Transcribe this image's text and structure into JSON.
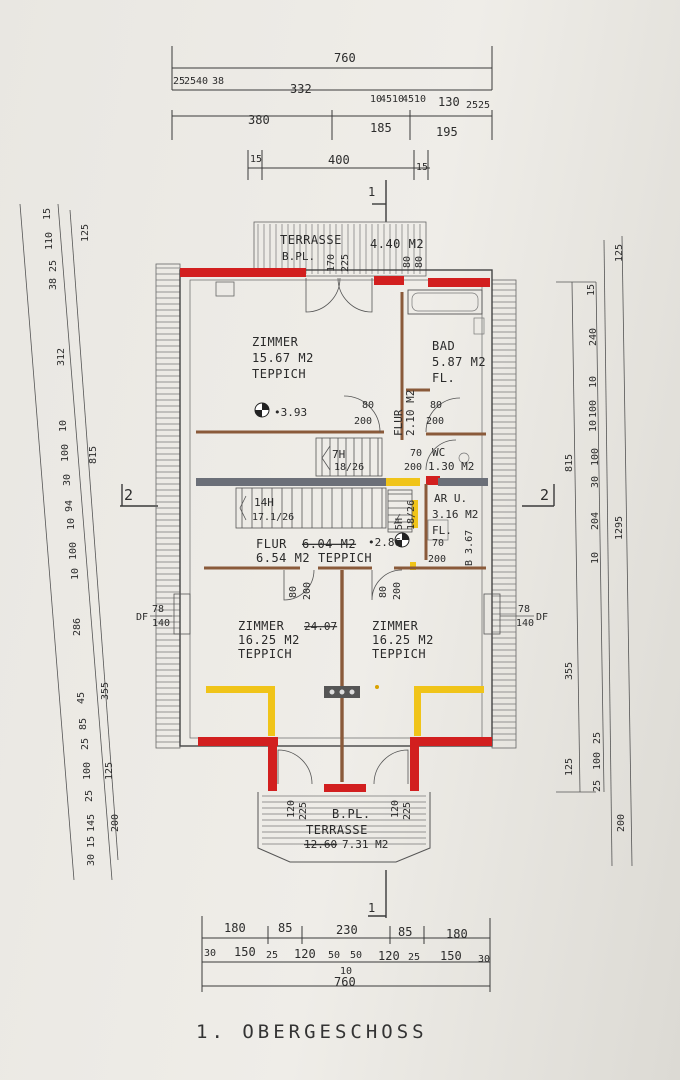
{
  "title": "1. OBERGESCHOSS",
  "top_dims": {
    "overall": "760",
    "row1": [
      "25",
      "25",
      "40",
      "38",
      "332",
      "10",
      "45",
      "10",
      "45",
      "10",
      "130",
      "25",
      "25"
    ],
    "row2": [
      "380",
      "185",
      "195"
    ],
    "row3": [
      "15",
      "400",
      "15"
    ]
  },
  "bottom_dims": {
    "row1": [
      "180",
      "85",
      "230",
      "85",
      "180"
    ],
    "row2": [
      "30",
      "150",
      "25",
      "120",
      "50",
      "50",
      "120",
      "25",
      "150",
      "30"
    ],
    "row2_center": "10",
    "overall": "760"
  },
  "left_dims": {
    "outer": [
      "15",
      "110",
      "38",
      "25",
      "312",
      "10",
      "100",
      "30",
      "94",
      "10",
      "100",
      "10",
      "286",
      "45",
      "85",
      "25",
      "100",
      "25",
      "145",
      "15",
      "30"
    ],
    "inner": [
      "125",
      "815",
      "355",
      "125",
      "200"
    ]
  },
  "right_dims": {
    "inner": [
      "15",
      "240",
      "10",
      "100",
      "10",
      "100",
      "30",
      "204",
      "10",
      "355",
      "25",
      "100",
      "125",
      "25"
    ],
    "mid": [
      "125",
      "815",
      "1295",
      "200"
    ]
  },
  "section_marks": {
    "top": "1",
    "bottom": "1",
    "left": "2",
    "right": "2"
  },
  "rooms": {
    "terrace_top": {
      "name": "TERRASSE",
      "area": "4.40 M2",
      "bpl": "B.PL.",
      "door_dims": [
        "170",
        "225"
      ],
      "door_dims_r": [
        "80",
        "80"
      ]
    },
    "zimmer_nw": {
      "name": "ZIMMER",
      "area": "15.67 M2",
      "floor": "TEPPICH",
      "level": "3.93"
    },
    "bad": {
      "name": "BAD",
      "area": "5.87 M2",
      "floor": "FL."
    },
    "flur_upper": {
      "name": "FLUR",
      "area": "2.10 M2"
    },
    "wc": {
      "name": "WC",
      "area": "1.30 M2"
    },
    "stair_upper": {
      "label": "7H",
      "ratio": "18/26"
    },
    "stair_lower": {
      "label": "14H",
      "ratio": "17.1/26"
    },
    "stair_small": {
      "label": "5H",
      "ratio": "18/26"
    },
    "ar": {
      "name": "AR U.",
      "area": "3.16 M2",
      "floor": "FL.",
      "extra": "B 3.67"
    },
    "flur_main": {
      "name": "FLUR",
      "area_old": "6.04 M2",
      "area": "6.54 M2",
      "floor": "TEPPICH",
      "level": "2.86"
    },
    "zimmer_sw": {
      "name": "ZIMMER",
      "area_old": "24.07",
      "area": "16.25 M2",
      "floor": "TEPPICH"
    },
    "zimmer_se": {
      "name": "ZIMMER",
      "area": "16.25 M2",
      "floor": "TEPPICH"
    },
    "terrace_bottom": {
      "name": "TERRASSE",
      "area_old": "12.60",
      "area": "7.31 M2",
      "bpl": "B.PL.",
      "door_dims": [
        "120",
        "225"
      ]
    }
  },
  "doors": {
    "d1": [
      "80",
      "200"
    ],
    "d2": [
      "80",
      "200"
    ],
    "d3": [
      "70",
      "200"
    ],
    "d4": [
      "70",
      "200"
    ],
    "d5": [
      "80",
      "200"
    ],
    "d6": [
      "80",
      "200"
    ]
  },
  "dormer_left": {
    "top": "78",
    "bottom": "140",
    "label": "DF"
  },
  "dormer_right": {
    "top": "78",
    "bottom": "140",
    "label": "DF"
  },
  "colors": {
    "wall_new": "#d21f1f",
    "wall_yellow": "#f0c419",
    "wall_brown": "#8a5a3a",
    "paper": "#efede8"
  }
}
